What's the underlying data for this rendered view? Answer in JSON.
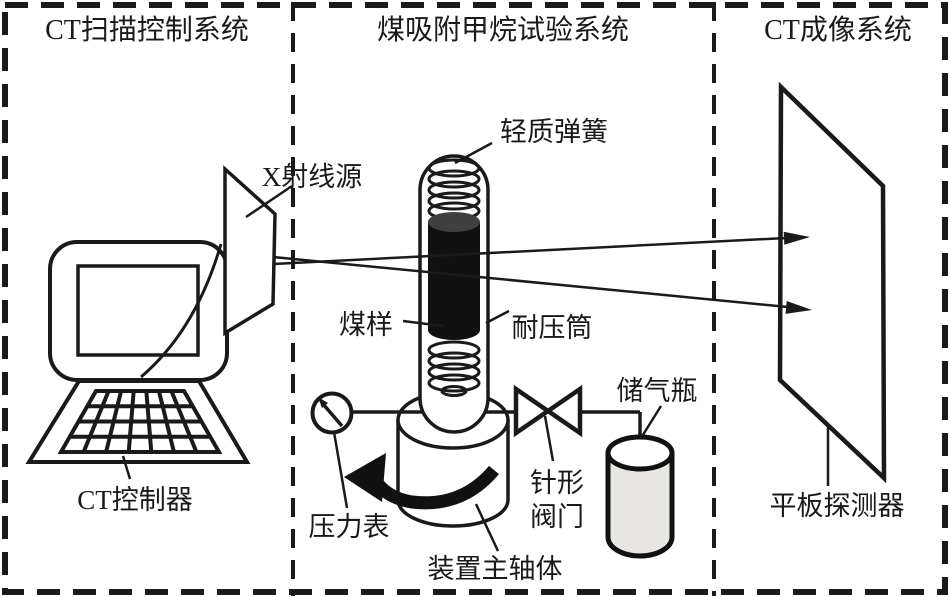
{
  "sections": [
    {
      "id": "ct-scan-control",
      "title": "CT扫描控制系统"
    },
    {
      "id": "coal-methane-adsorption-test",
      "title": "煤吸附甲烷试验系统"
    },
    {
      "id": "ct-imaging",
      "title": "CT成像系统"
    }
  ],
  "labels": {
    "xray_source": "X射线源",
    "ct_controller": "CT控制器",
    "light_spring": "轻质弹簧",
    "coal_sample": "煤样",
    "pressure_tube": "耐压筒",
    "pressure_gauge": "压力表",
    "needle_valve": "针形\n阀门",
    "gas_bottle": "储气瓶",
    "main_body": "装置主轴体",
    "flat_panel_detector": "平板探测器"
  },
  "colors": {
    "line": "#1a1a1a",
    "coal_fill": "#111111",
    "coal_top": "#3f3f3f",
    "gas_bottle_fill": "#e9e7e3",
    "background": "#ffffff"
  }
}
